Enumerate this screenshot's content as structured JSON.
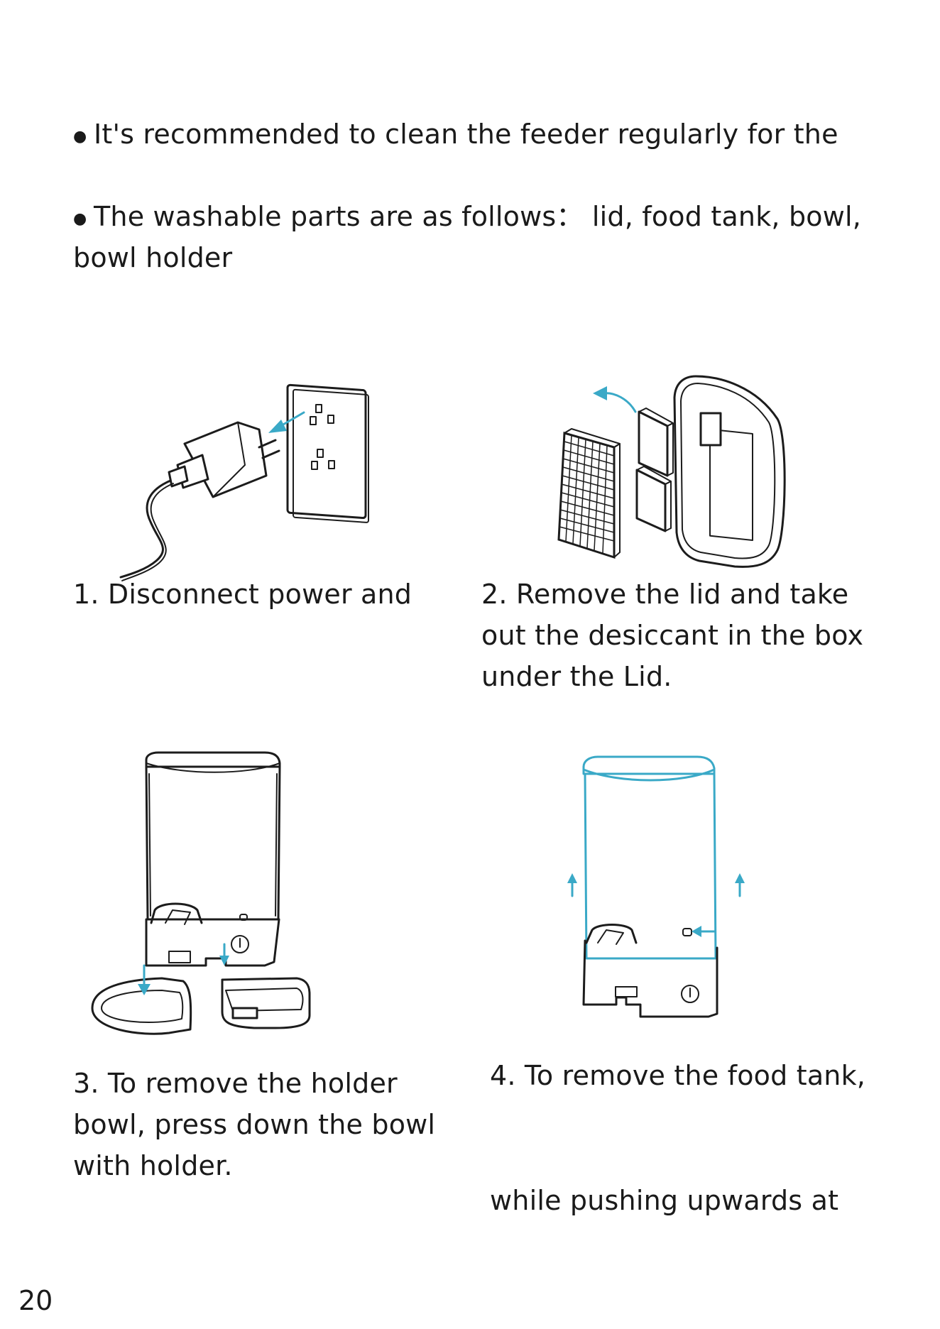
{
  "bullets": [
    {
      "line1": "It's recommended to clean the feeder regularly for the"
    },
    {
      "line1": "The washable parts are as follows： lid, food tank, bowl,",
      "line2": "bowl holder"
    }
  ],
  "steps": [
    {
      "lines": [
        "1. Disconnect power and"
      ]
    },
    {
      "lines": [
        "2. Remove the lid and take",
        "out the desiccant in the box",
        "under the Lid."
      ]
    },
    {
      "lines": [
        "3. To remove the holder",
        "bowl, press down the bowl",
        "with holder."
      ]
    },
    {
      "lines": [
        "4. To remove the food tank,",
        "",
        "",
        "while pushing upwards at"
      ]
    }
  ],
  "page_number": "20",
  "colors": {
    "accent": "#3aa9c7",
    "ink": "#1c1c1c"
  }
}
